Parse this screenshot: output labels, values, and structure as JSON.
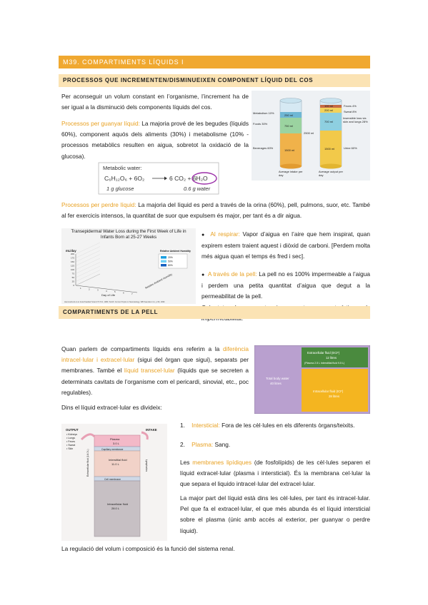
{
  "header": {
    "title": "M39. COMPARTIMENTS LÍQUIDS I"
  },
  "section1": {
    "title": "PROCESSOS QUE INCREMENTEN/DISMINUEIXEN COMPONENT LÍQUID DEL COS"
  },
  "intro": "Per aconseguir un volum constant en l’organisme, l’increment ha de ser igual a la disminució dels components líquids del cos.",
  "gain": {
    "label": "Processos per guanyar líquid:",
    "text": "La majoria prové de les begudes (líquids 60%), component aquós dels aliments (30%) i metabolisme (10% - processos metabòlics resulten en aigua, sobretot la oxidació de la glucosa)."
  },
  "equation": {
    "title": "Metabolic water:",
    "formula_left": "C₆H₁₂O₆ + 6O₂",
    "formula_right": "6 CO₂ + 6H₂O",
    "note_left": "1 g glucose",
    "note_right": "0.6 g water"
  },
  "intake_chart": {
    "left_labels": [
      "Metabolism 10%",
      "Foods 30%",
      "Beverages 60%"
    ],
    "left_values": [
      "250 ml",
      "750 ml",
      "1500 ml"
    ],
    "total": "2500 ml",
    "right_labels": [
      "Feces 4%",
      "Sweat 8%",
      "Insensible loss via skin and lungs 28%",
      "Urine 60%"
    ],
    "right_values": [
      "100 ml",
      "200 ml",
      "700 ml",
      "1500 ml"
    ],
    "caption_left": "Average intake per day",
    "caption_right": "Average output per day"
  },
  "loss": {
    "label": "Processos per perdre líquid:",
    "text": "La majoria del líquid es perd a través de la orina (60%), pell, pulmons, suor, etc. També al fer exercicis intensos, la quantitat de suor que expulsem és major, per tant és a dir aigua."
  },
  "tewl_chart": {
    "title": "Transepidermal Water Loss during the First Week of Life in Infants Born at 25-27 Weeks",
    "ylabel": "mL/day",
    "xlabel": "Day of Life",
    "depth_label": "Relative Ambient Humidity",
    "legend_title": "Relative Ambient Humidity",
    "yticks": [
      "200",
      "175",
      "150",
      "125",
      "100",
      "75",
      "50",
      "25",
      "0"
    ],
    "xticks": [
      "1",
      "2",
      "3",
      "4",
      "5",
      "6",
      "7"
    ],
    "legend": [
      {
        "name": "20%",
        "color": "#1a9fe0"
      },
      {
        "name": "50%",
        "color": "#6fd0f5"
      },
      {
        "name": "80%",
        "color": "#1560c0"
      }
    ],
    "source": "Hammarlund et al. Acta Paediatr Scand 72:721, 1983; Smith: Current Topics in Neonatology, WB Saunders Co, p 96, 1996"
  },
  "bullets": [
    {
      "label": "Al respirar:",
      "text": "Vapor d’aigua en l’aire que hem inspirat, quan expirem estem traient aquest i diòxid de carboni. [Perdem molta més aigua quan el temps és fred i sec]."
    },
    {
      "label": "A través de la pell:",
      "text": "La pell no es 100% impermeable a l’aigua i perdem una petita quantitat d’aigua que degut a la permeabilitat de la pell.",
      "note": "Sobretot nadons prematurs ja que no tenen característiques de impermeabilitat."
    }
  ],
  "section2": {
    "title": "COMPARTIMENTS DE LA PELL"
  },
  "comp_intro": {
    "p1": "Quan parlem de compartiments líquids ens referim a la",
    "h1": "diferència intracel·lular i extracel·lular",
    "p2": "(sigui del òrgan que sigui), separats per membranes. També el",
    "h2": "líquid transcel·lular",
    "p3": "(líquids que se secreten a determinats cavitats de l’organisme com el pericardi, sinovial, etc., poc regulables)."
  },
  "tbw_box": {
    "total_label": "Total body water",
    "total_value": "40 litres",
    "ecf_label": "Extracellular fluid (ECF)",
    "ecf_value": "12 litres",
    "ecf_sub": "(Plasma 2.5 L Interstitial fluid 9.5 L)",
    "icf_label": "Intracellular fluid (ICF)",
    "icf_value": "28 litres"
  },
  "ecf_division": "Dins el líquid extracel·lular es divideix:",
  "list": [
    {
      "num": "1.",
      "label": "Intersticial:",
      "text": "Fora de les cèl·lules en els diferents òrgans/teixits."
    },
    {
      "num": "2.",
      "label": "Plasma:",
      "text": "Sang."
    }
  ],
  "membranes": {
    "p1": "Les",
    "h": "membranes lipídiques",
    "p2": "(de fosfolípids) de les cèl·lules separen el líquid extracel·lular (plasma i intersticial). És la membrana cel·lular la que separa el liquido intracel·lular del extracel·lular."
  },
  "majority": "La major part del líquid està dins les cèl·lules, per tant és intracel·lular. Pel que fa el extracel·lular, el que més abunda és el líquid intersticial sobre el plasma (únic amb accés al exterior, per guanyar o perdre líquid).",
  "diagram": {
    "output_label": "OUTPUT",
    "output_items": [
      "• Kidneys",
      "• Lungs",
      "• Feces",
      "• Sweat",
      "• Skin"
    ],
    "intake_label": "INTAKE",
    "plasma": "Plasma",
    "plasma_value": "3.0 L",
    "capillary": "Capillary membrane",
    "interstitial": "Interstitial fluid",
    "interstitial_value": "11.0 L",
    "cell_membrane": "Cell membrane",
    "intracellular": "Intracellular fluid",
    "intracellular_value": "28.0 L",
    "side_left": "Extracellular fluid (14.0 L)",
    "side_right": "Lymphatics"
  },
  "conclusion": "La regulació del volum i composició és la funció del sistema renal.",
  "colors": {
    "accent": "#f0a830",
    "section_bg": "#fbe3b4",
    "highlight": "#e8a020"
  }
}
